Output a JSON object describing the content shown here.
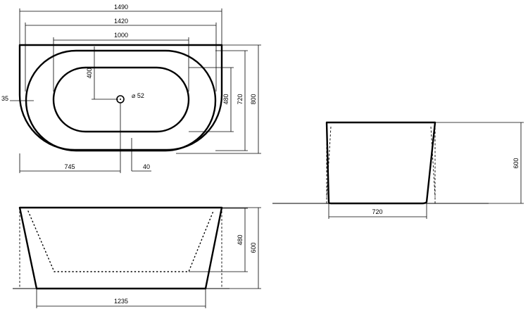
{
  "top_view": {
    "width_1490": "1490",
    "width_1420": "1420",
    "width_1000": "1000",
    "height_400": "400",
    "drain_diameter": "⌀ 52",
    "height_480": "480",
    "height_720": "720",
    "height_800": "800",
    "offset_35": "35",
    "drain_offset_745": "745",
    "wall_40": "40"
  },
  "front_view": {
    "height_480": "480",
    "height_600": "600",
    "base_1235": "1235"
  },
  "side_view": {
    "height_600": "600",
    "base_720": "720"
  }
}
